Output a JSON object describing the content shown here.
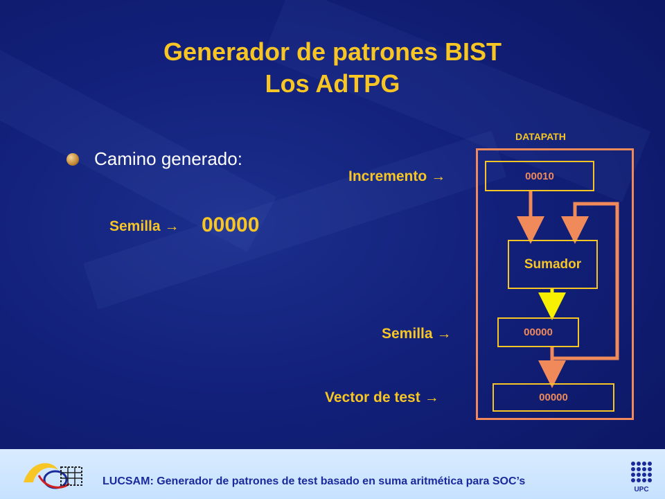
{
  "title": {
    "line1": "Generador de patrones BIST",
    "line2": "Los AdTPG"
  },
  "bullet": {
    "text": "Camino generado:"
  },
  "seed_left": {
    "label": "Semilla",
    "arrow": "→",
    "value": "00000"
  },
  "datapath": {
    "label": "DATAPATH",
    "increment_label": "Incremento",
    "seed_label": "Semilla",
    "vector_label": "Vector de test",
    "arrow": "→",
    "increment_value": "00010",
    "adder_label": "Sumador",
    "seed_value": "00000",
    "vector_value": "00000"
  },
  "footer": {
    "text": "LUCSAM: Generador de patrones de test basado en suma aritmética para SOC’s",
    "right_logo_text": "UPC"
  },
  "colors": {
    "title": "#f7c624",
    "wire_orange": "#f08a5a",
    "wire_yellow": "#f7f000",
    "footer_text": "#1a2a9a"
  }
}
